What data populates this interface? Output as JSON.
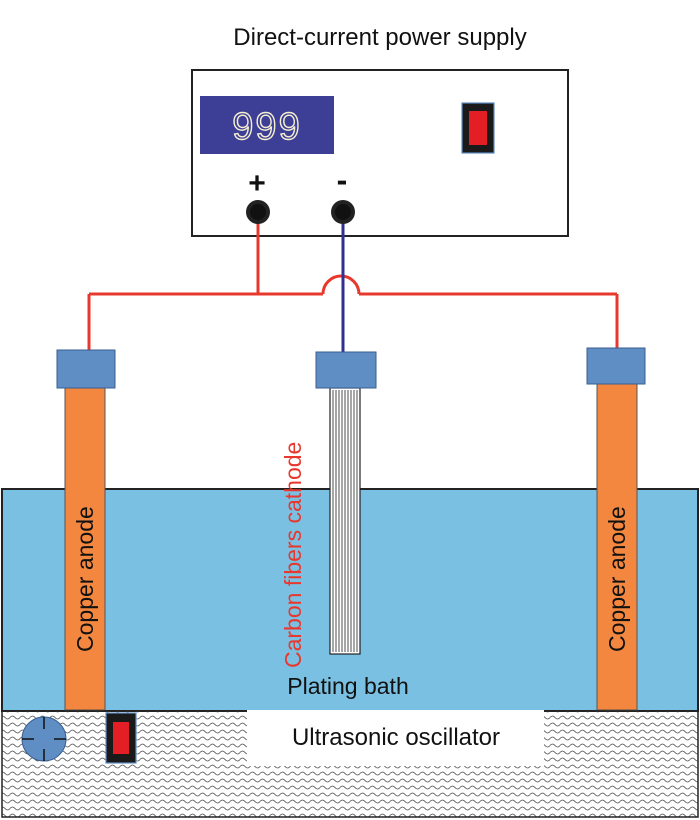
{
  "power_supply": {
    "title": "Direct-current power supply",
    "display_value": "999",
    "positive_terminal": "+",
    "negative_terminal": "-"
  },
  "anode_left": {
    "label": "Copper anode"
  },
  "anode_right": {
    "label": "Copper anode"
  },
  "cathode": {
    "label_part1": "Carbon fibers",
    "label_part2": " cathode"
  },
  "bath": {
    "label": "Plating bath"
  },
  "oscillator": {
    "label": "Ultrasonic oscillator"
  },
  "colors": {
    "wire_positive": "#e8382e",
    "wire_negative": "#2e3192",
    "water": "#7ac0e2",
    "anode": "#f4873f",
    "clamp": "#5f8ec4",
    "display": "#3d3e96",
    "switch": "#e31e24",
    "label_red": "#e8382e"
  }
}
